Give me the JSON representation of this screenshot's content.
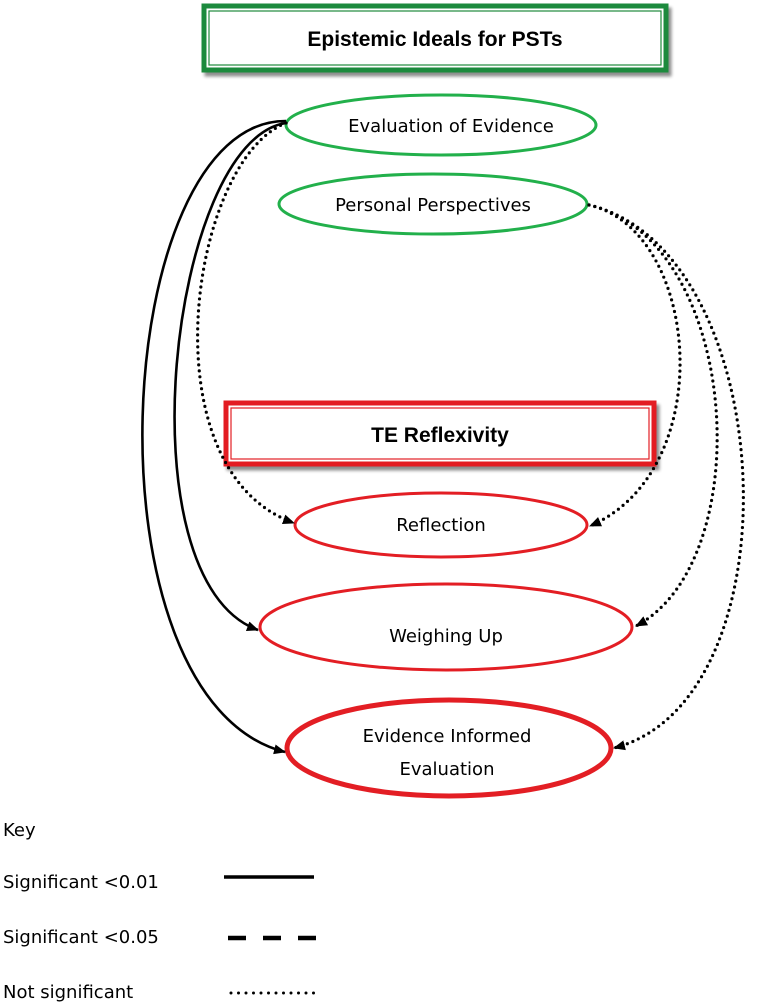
{
  "title_box": {
    "label": "Epistemic Ideals for PSTs",
    "border_color": "#1e8a3c"
  },
  "section_box": {
    "label": "TE Reflexivity",
    "border_color": "#e31e24"
  },
  "epistemic_nodes": [
    {
      "id": "evaluation_of_evidence",
      "label": "Evaluation of Evidence",
      "color": "#22b04b"
    },
    {
      "id": "personal_perspectives",
      "label": "Personal Perspectives",
      "color": "#22b04b"
    }
  ],
  "reflexivity_nodes": [
    {
      "id": "reflection",
      "label": "Reflection",
      "color": "#e31e24"
    },
    {
      "id": "weighing_up",
      "label": "Weighing Up",
      "color": "#e31e24"
    },
    {
      "id": "evidence_informed_evaluation",
      "label_line1": "Evidence Informed",
      "label_line2": "Evaluation",
      "color": "#e31e24"
    }
  ],
  "relationships": [
    {
      "from": "evaluation_of_evidence",
      "to": "reflection",
      "significance": "not_significant"
    },
    {
      "from": "evaluation_of_evidence",
      "to": "weighing_up",
      "significance": "p<0.01"
    },
    {
      "from": "evaluation_of_evidence",
      "to": "evidence_informed_evaluation",
      "significance": "p<0.01"
    },
    {
      "from": "personal_perspectives",
      "to": "reflection",
      "significance": "not_significant"
    },
    {
      "from": "personal_perspectives",
      "to": "weighing_up",
      "significance": "not_significant"
    },
    {
      "from": "personal_perspectives",
      "to": "evidence_informed_evaluation",
      "significance": "not_significant"
    }
  ],
  "key": {
    "title": "Key",
    "items": [
      {
        "label": "Significant <0.01",
        "line_style": "solid"
      },
      {
        "label": "Significant <0.05",
        "line_style": "dashed"
      },
      {
        "label": "Not significant",
        "line_style": "dotted"
      }
    ]
  }
}
